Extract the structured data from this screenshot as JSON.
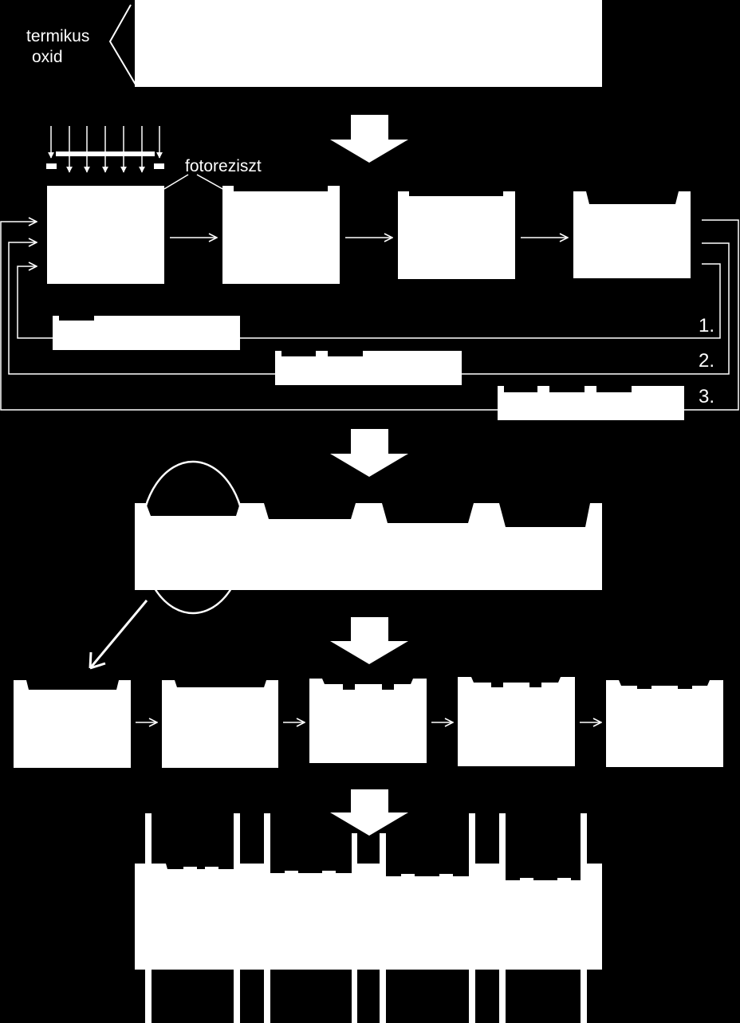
{
  "labels": {
    "thermal_oxide_line1": "termikus",
    "thermal_oxide_line2": "oxid",
    "photoresist": "fotoreziszt"
  },
  "loop_labels": [
    "1.",
    "2.",
    "3."
  ],
  "colors": {
    "background": "#000000",
    "foreground": "#ffffff"
  }
}
